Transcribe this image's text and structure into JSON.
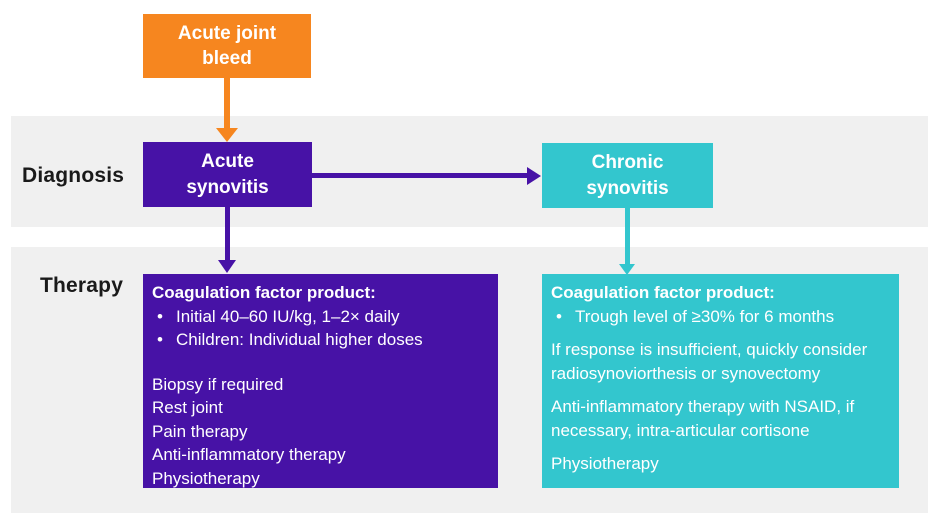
{
  "colors": {
    "orange": "#f6861f",
    "purple": "#4712a6",
    "teal": "#33c6ce",
    "band_gray": "#f0f0f0",
    "row_label_text": "#1a1a1a",
    "box_text": "#ffffff"
  },
  "row_labels": {
    "diagnosis": "Diagnosis",
    "therapy": "Therapy"
  },
  "nodes": {
    "acute_joint_bleed": "Acute joint\nbleed",
    "acute_synovitis": "Acute\nsynovitis",
    "chronic_synovitis": "Chronic\nsynovitis"
  },
  "therapy_acute": {
    "heading": "Coagulation factor product:",
    "bullets": [
      "Initial 40–60 IU/kg, 1–2× daily",
      "Children: Individual higher doses"
    ],
    "lines": [
      "Biopsy if required",
      "Rest joint",
      "Pain therapy",
      "Anti-inflammatory therapy",
      "Physiotherapy"
    ]
  },
  "therapy_chronic": {
    "heading": "Coagulation factor product:",
    "bullets": [
      "Trough level of ≥30% for 6 months"
    ],
    "paragraphs": [
      "If response is insufficient, quickly consider radiosynoviorthesis or synovectomy",
      "Anti-inflammatory therapy with NSAID, if necessary, intra-articular cortisone",
      "Physiotherapy"
    ]
  }
}
